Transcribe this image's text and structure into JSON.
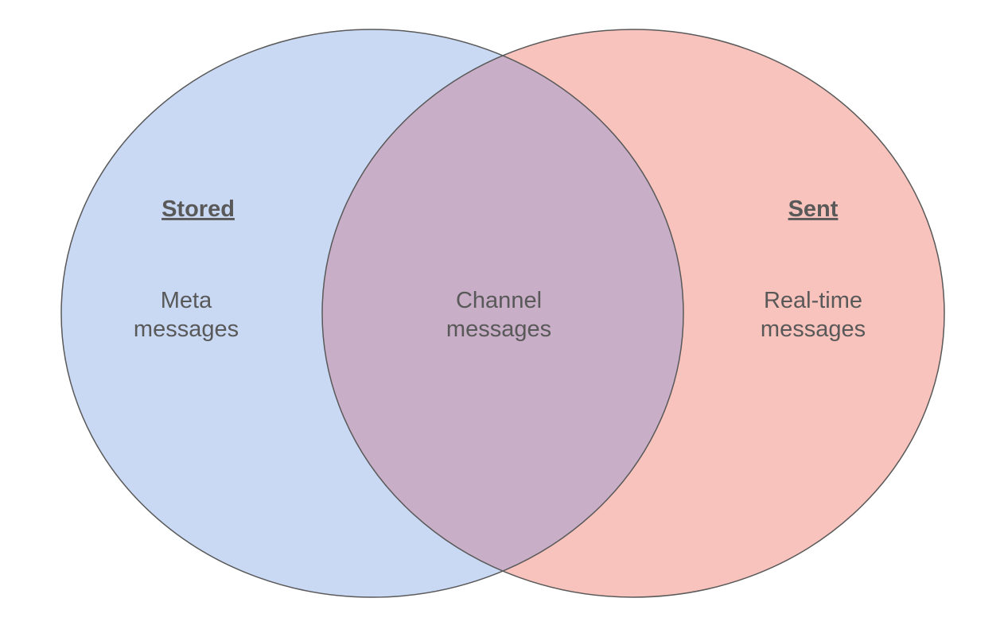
{
  "diagram": {
    "type": "venn",
    "left_set": {
      "heading": "Stored",
      "line1": "Meta",
      "line2": "messages",
      "fill": "#c9d9f4"
    },
    "right_set": {
      "heading": "Sent",
      "line1": "Real-time",
      "line2": "messages",
      "fill": "#f9c3bd"
    },
    "intersection": {
      "line1": "Channel",
      "line2": "messages",
      "fill": "#c8aec7"
    },
    "outline_color": "#595959",
    "text_color": "#595959"
  }
}
